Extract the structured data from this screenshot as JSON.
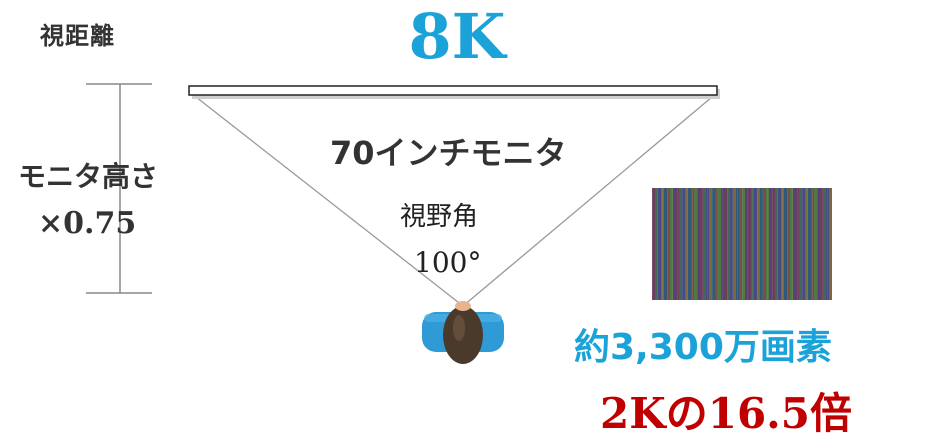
{
  "labels": {
    "distance": "視距離",
    "resolution": "8K",
    "height": "モニタ高さ",
    "height_multiplier": "×0.75",
    "monitor": "70インチモニタ",
    "fov": "視野角",
    "fov_angle": "100°",
    "pixel_count": "約3,300万画素",
    "ratio": "2Kの16.5倍"
  },
  "colors": {
    "resolution": "#1ba3d9",
    "pixel_count": "#1ba3d9",
    "ratio": "#c00000",
    "viewer_shirt": "#2e9bd6",
    "viewer_hair": "#4a3a2c"
  }
}
